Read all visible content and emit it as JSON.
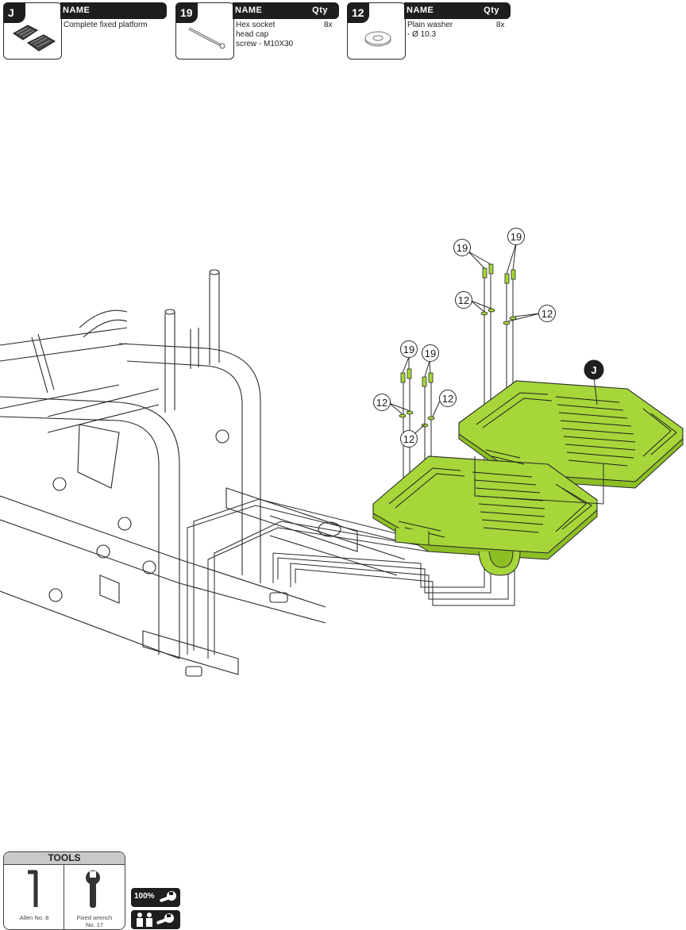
{
  "parts": [
    {
      "id": "J",
      "name_header": "NAME",
      "qty_header": "",
      "description": "Complete fixed platform",
      "qty": ""
    },
    {
      "id": "19",
      "name_header": "NAME",
      "qty_header": "Qty",
      "description": "Hex socket\nhead cap\nscrew - M10X30",
      "qty": "8x"
    },
    {
      "id": "12",
      "name_header": "NAME",
      "qty_header": "Qty",
      "description": "Plain washer\n- Ø 10.3",
      "qty": "8x"
    }
  ],
  "callouts": {
    "screw": "19",
    "washer": "12",
    "platform": "J"
  },
  "tools": {
    "title": "TOOLS",
    "items": [
      {
        "label": "Allen No. 8",
        "icon": "allen-key-icon"
      },
      {
        "label": "Fixed wrench\nNo. 17",
        "icon": "fixed-wrench-icon"
      }
    ]
  },
  "badges": {
    "tighten": "100%",
    "tighten_icon": "wrench-tighten-icon",
    "people_icon": "two-people-icon"
  },
  "colors": {
    "accent": "#a6d63a",
    "ink": "#1e1e1e"
  }
}
